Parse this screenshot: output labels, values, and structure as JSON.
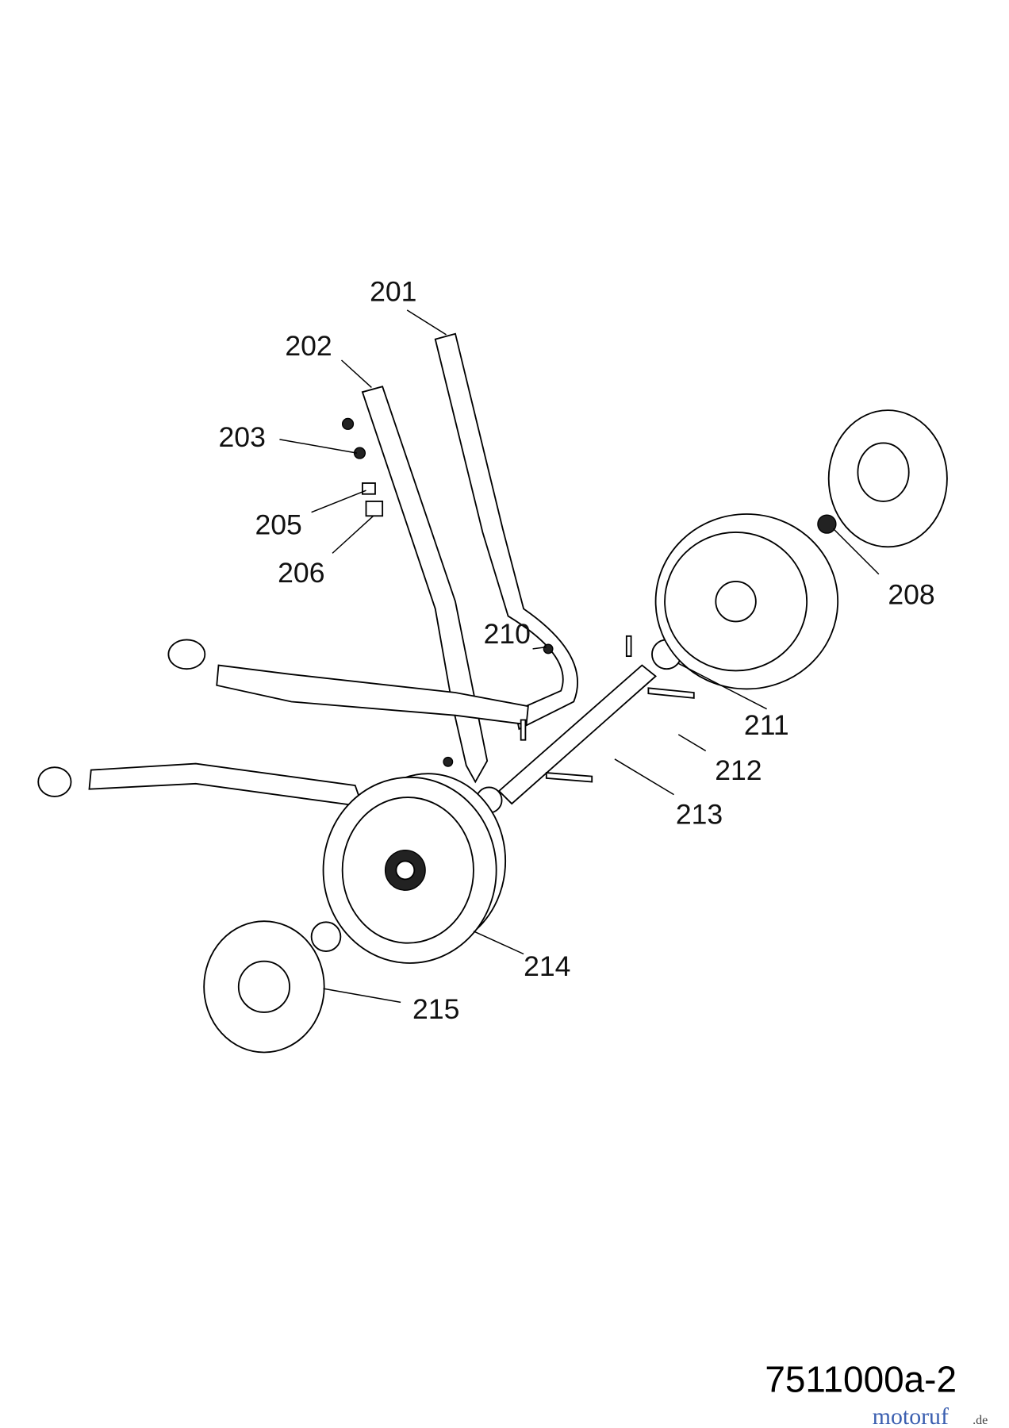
{
  "diagram": {
    "part_labels": [
      "201",
      "202",
      "203",
      "205",
      "206",
      "208",
      "210",
      "211",
      "212",
      "213",
      "214",
      "215"
    ],
    "drawing_number": "7511000a-2",
    "watermark": {
      "brand": "motoruf",
      "tld": ".de",
      "colors": [
        "#3b5fb0",
        "#d04a2a",
        "#e0a020",
        "#3a9a3a",
        "#d04a8a",
        "#3b5fb0",
        "#c08a20"
      ]
    }
  }
}
